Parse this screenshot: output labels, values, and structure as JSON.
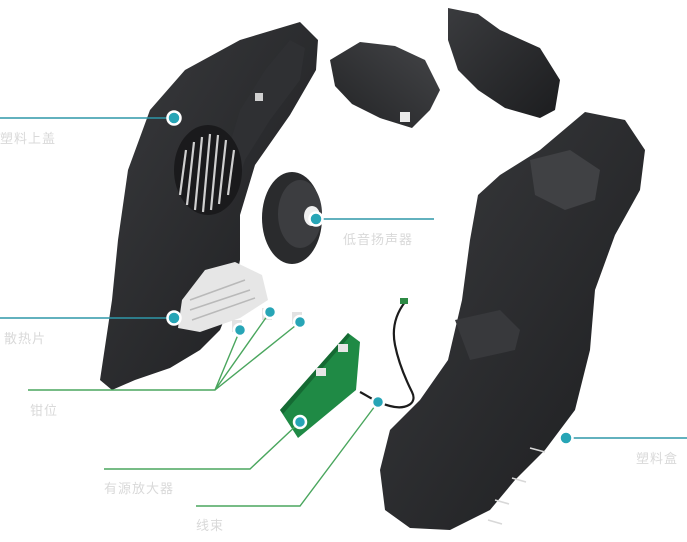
{
  "diagram": {
    "labels": {
      "plastic_cover": "塑料上盖",
      "subwoofer": "低音扬声器",
      "heatsink": "散热片",
      "clamp": "钳位",
      "amplifier": "有源放大器",
      "wire_harness": "线束",
      "plastic_box": "塑料盒"
    }
  },
  "colors": {
    "leader_blue": "#2e97a8",
    "leader_green": "#4aa65e",
    "dot_teal": "#27a5b6",
    "part_dark": "#2a2b2d",
    "pcb_green": "#1f8a45",
    "label_text": "#d9d9d9"
  }
}
